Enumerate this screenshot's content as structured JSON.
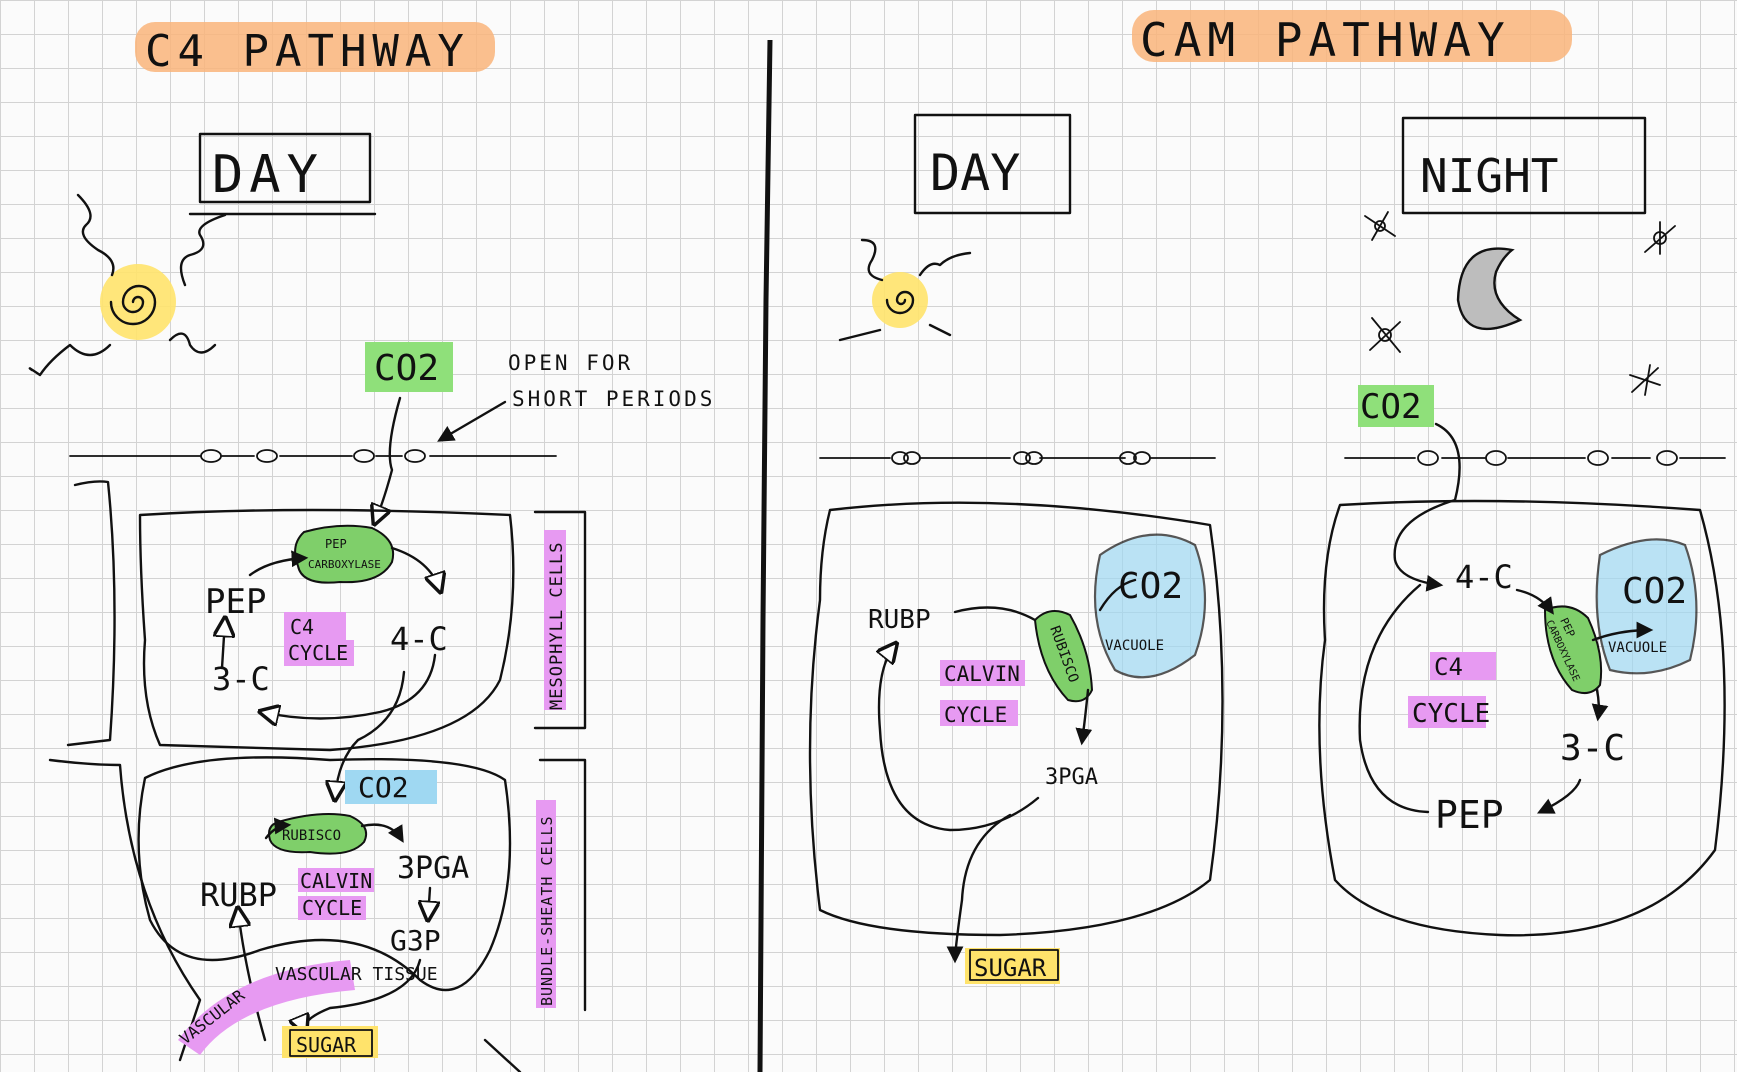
{
  "colors": {
    "orange": "#f9b47a",
    "green": "#8fe07a",
    "blue": "#9fd8f2",
    "pink": "#e79af2",
    "yellow": "#ffe36b",
    "gray": "#bdbdbd",
    "enzyme_green": "#7fcf6a"
  },
  "c4": {
    "title": "C4 PATHWAY",
    "day_label": "DAY",
    "co2": "CO2",
    "stomata_note_line1": "OPEN FOR",
    "stomata_note_line2": "SHORT PERIODS",
    "mesophyll": {
      "enzyme_line1": "PEP",
      "enzyme_line2": "CARBOXYLASE",
      "pep": "PEP",
      "four_c": "4-C",
      "three_c": "3-C",
      "cycle_line1": "C4",
      "cycle_line2": "CYCLE",
      "cell_label": "MESOPHYLL CELLS"
    },
    "bundle_sheath": {
      "co2": "CO2",
      "enzyme": "RUBISCO",
      "rubp": "RUBP",
      "pga": "3PGA",
      "g3p": "G3P",
      "cycle_line1": "CALVIN",
      "cycle_line2": "CYCLE",
      "cell_label": "BUNDLE-SHEATH CELLS"
    },
    "vascular": "VASCULAR TISSUE",
    "sugar": "SUGAR"
  },
  "cam": {
    "title": "CAM PATHWAY",
    "day": {
      "label": "DAY",
      "rubp": "RUBP",
      "cycle_line1": "CALVIN",
      "cycle_line2": "CYCLE",
      "enzyme": "RUBISCO",
      "co2": "CO2",
      "vacuole": "VACUOLE",
      "pga": "3PGA",
      "sugar": "SUGAR"
    },
    "night": {
      "label": "NIGHT",
      "co2_in": "CO2",
      "four_c": "4-C",
      "enzyme_line1": "PEP",
      "enzyme_line2": "CARBOXYLASE",
      "co2": "CO2",
      "vacuole": "VACUOLE",
      "cycle_line1": "C4",
      "cycle_line2": "CYCLE",
      "three_c": "3-C",
      "pep": "PEP"
    }
  },
  "icons": [
    "sun-icon",
    "moon-icon",
    "star-icon"
  ]
}
